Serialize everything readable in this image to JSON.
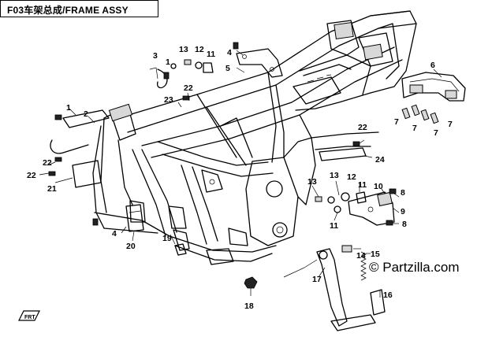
{
  "title": "F03车架总成/FRAME ASSY",
  "watermark": "© Partzilla.com",
  "front_marker": "FRT",
  "callouts": [
    {
      "id": "c3a",
      "label": "3"
    },
    {
      "id": "c1a",
      "label": "1"
    },
    {
      "id": "c13a",
      "label": "13"
    },
    {
      "id": "c12a",
      "label": "12"
    },
    {
      "id": "c11a",
      "label": "11"
    },
    {
      "id": "c4a",
      "label": "4"
    },
    {
      "id": "c5",
      "label": "5"
    },
    {
      "id": "c22a",
      "label": "22"
    },
    {
      "id": "c23",
      "label": "23"
    },
    {
      "id": "c6",
      "label": "6"
    },
    {
      "id": "c7a",
      "label": "7"
    },
    {
      "id": "c7b",
      "label": "7"
    },
    {
      "id": "c7c",
      "label": "7"
    },
    {
      "id": "c7d",
      "label": "7"
    },
    {
      "id": "c1b",
      "label": "1"
    },
    {
      "id": "c2",
      "label": "2"
    },
    {
      "id": "c22b",
      "label": "22"
    },
    {
      "id": "c22c",
      "label": "22"
    },
    {
      "id": "c24",
      "label": "24"
    },
    {
      "id": "c22d",
      "label": "22"
    },
    {
      "id": "c21",
      "label": "21"
    },
    {
      "id": "c13b",
      "label": "13"
    },
    {
      "id": "c12b",
      "label": "12"
    },
    {
      "id": "c13c",
      "label": "13"
    },
    {
      "id": "c11b",
      "label": "11"
    },
    {
      "id": "c10",
      "label": "10"
    },
    {
      "id": "c8a",
      "label": "8"
    },
    {
      "id": "c9",
      "label": "9"
    },
    {
      "id": "c8b",
      "label": "8"
    },
    {
      "id": "c11c",
      "label": "11"
    },
    {
      "id": "c4b",
      "label": "4"
    },
    {
      "id": "c19",
      "label": "19"
    },
    {
      "id": "c20",
      "label": "20"
    },
    {
      "id": "c14",
      "label": "14"
    },
    {
      "id": "c15",
      "label": "15"
    },
    {
      "id": "c17",
      "label": "17"
    },
    {
      "id": "c16",
      "label": "16"
    },
    {
      "id": "c18",
      "label": "18"
    }
  ]
}
